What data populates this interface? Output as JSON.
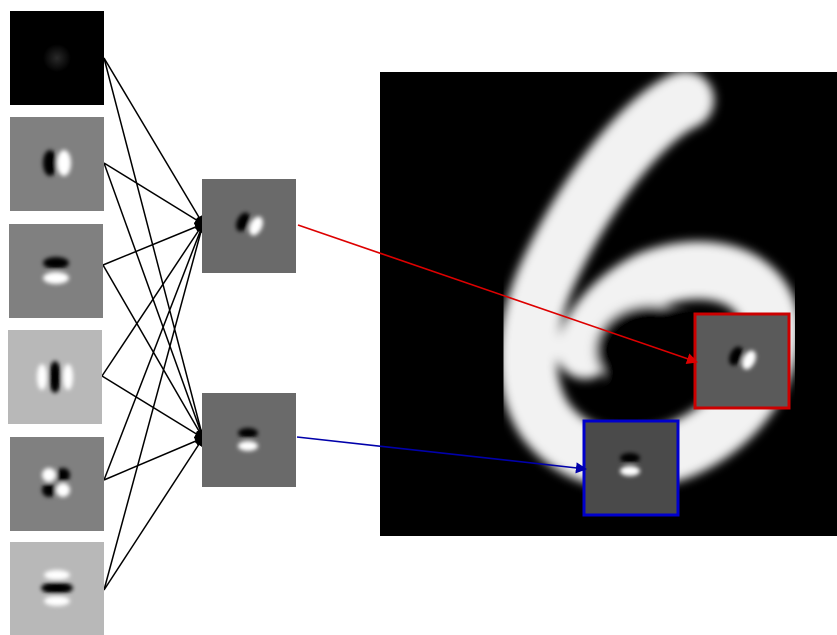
{
  "diagram": {
    "input_filters": [
      {
        "id": "f1",
        "pattern": "faint-blob",
        "background": "#000000"
      },
      {
        "id": "f2",
        "pattern": "vertical-edge-dark-left",
        "background": "#808080"
      },
      {
        "id": "f3",
        "pattern": "horizontal-edge-dark-top",
        "background": "#808080"
      },
      {
        "id": "f4",
        "pattern": "vertical-bar-dark",
        "background": "#b8b8b8"
      },
      {
        "id": "f5",
        "pattern": "checker-quadrants",
        "background": "#808080"
      },
      {
        "id": "f6",
        "pattern": "horizontal-bar-dark",
        "background": "#b8b8b8"
      }
    ],
    "combined_filters": [
      {
        "id": "c1",
        "pattern": "diagonal-edge",
        "background": "#6a6a6a",
        "target_box": "red"
      },
      {
        "id": "c2",
        "pattern": "horizontal-edge",
        "background": "#6a6a6a",
        "target_box": "blue"
      }
    ],
    "connections_to_c1": [
      "f1",
      "f2",
      "f3",
      "f4",
      "f5",
      "f6"
    ],
    "connections_to_c2": [
      "f1",
      "f2",
      "f3",
      "f4",
      "f5",
      "f6"
    ],
    "digit_image": {
      "label_shown": "6",
      "background": "#000000",
      "stroke": "#f2f2f2"
    },
    "highlight_boxes": [
      {
        "id": "red-box",
        "color": "#cc0000"
      },
      {
        "id": "blue-box",
        "color": "#0000cc"
      }
    ],
    "colors": {
      "connection": "#000000",
      "red_arrow": "#dd0000",
      "blue_arrow": "#0000aa"
    }
  }
}
